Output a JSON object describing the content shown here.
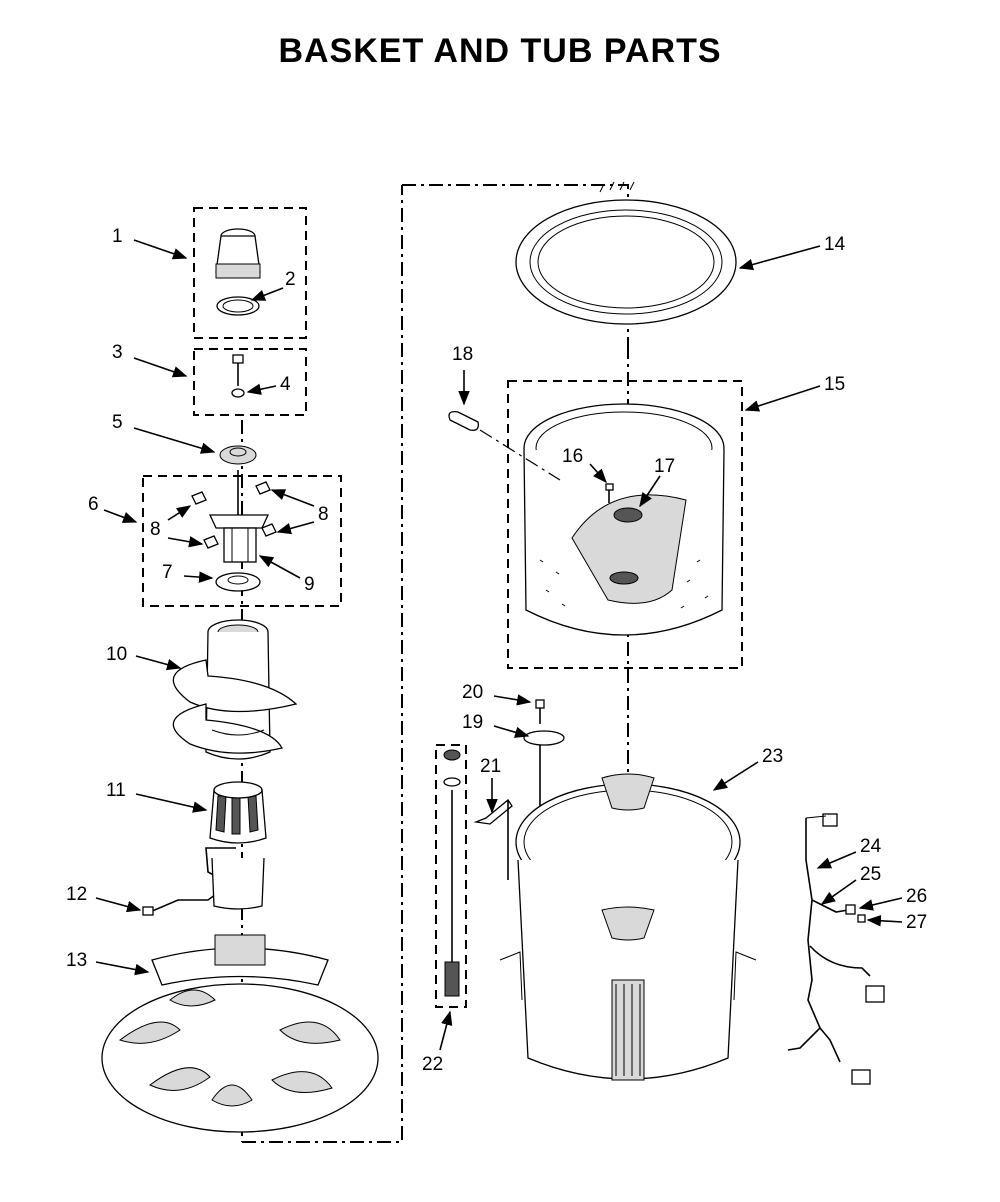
{
  "title": "BASKET AND TUB PARTS",
  "callouts": [
    "1",
    "2",
    "3",
    "4",
    "5",
    "6",
    "7",
    "8",
    "8",
    "9",
    "10",
    "11",
    "12",
    "13",
    "14",
    "15",
    "16",
    "17",
    "18",
    "19",
    "20",
    "21",
    "22",
    "23",
    "24",
    "25",
    "26",
    "27"
  ]
}
